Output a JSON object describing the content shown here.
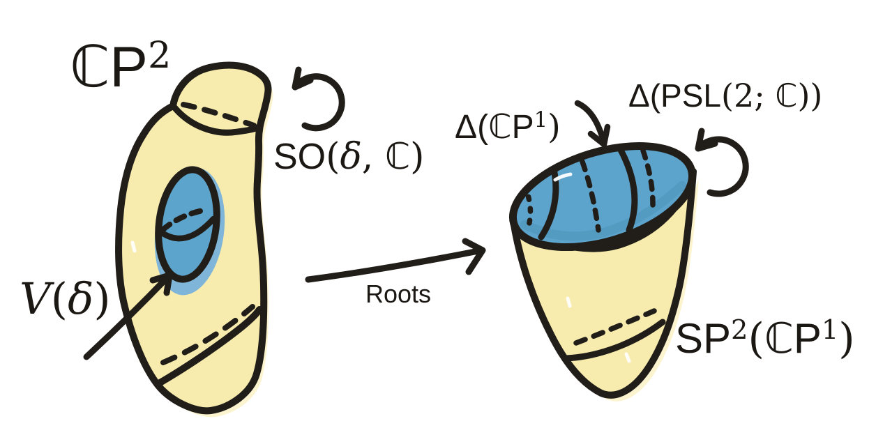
{
  "labels": {
    "cp2": {
      "set": "ℂ",
      "name": "P",
      "sup": "2"
    },
    "so": {
      "name": "SO",
      "open": "(",
      "delta": "δ",
      "sep": ", ",
      "set": "ℂ",
      "close": ")"
    },
    "v_delta": {
      "name": "V",
      "open": "(",
      "delta": "δ",
      "close": ")"
    },
    "roots": "Roots",
    "delta_cp1": {
      "head": "Δ(",
      "set": "ℂ",
      "name": "P",
      "sup": "1",
      "close": ")"
    },
    "delta_psl": {
      "head": "Δ(PSL",
      "open": "(",
      "num": "2; ",
      "set": "ℂ",
      "close": "))"
    },
    "sp2_cp1": {
      "name": "SP",
      "sup_a": "2",
      "open": "(",
      "set": "ℂ",
      "name2": "P",
      "sup_b": "1",
      "close": ")"
    }
  },
  "colors": {
    "background": "#ffffff",
    "ink": "#211d18",
    "yellow": "#f7ecae",
    "yellow_halo": "#fcf4cf",
    "blue": "#5da4cd",
    "blue_halo": "#7eb5d8",
    "blue_shade": "#4b92b7",
    "highlight": "#ffffff"
  }
}
